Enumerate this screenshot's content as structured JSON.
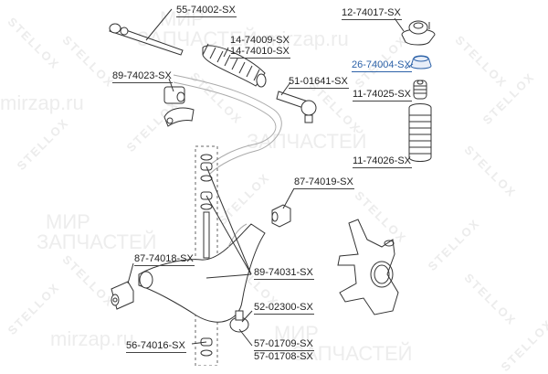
{
  "diagram": {
    "title": "",
    "brand_watermark": "STELLOX",
    "site_watermarks": [
      "МИР",
      "ЗАПЧАСТЕЙ",
      "mirzap.ru"
    ],
    "highlight_color": "#2d62a8",
    "line_color": "#444444",
    "parts": [
      {
        "id": "tie-rod",
        "label": "55-74002-SX",
        "name": "Inner tie rod / axial joint"
      },
      {
        "id": "steering-boot",
        "label": "14-74009-SX",
        "label2": "14-74010-SX",
        "name": "Steering rack boot"
      },
      {
        "id": "strut-mount",
        "label": "12-74017-SX",
        "name": "Strut top mount"
      },
      {
        "id": "strut-bearing",
        "label": "26-74004-SX",
        "name": "Strut mount bearing",
        "highlighted": true
      },
      {
        "id": "stab-bushing",
        "label": "89-74023-SX",
        "name": "Stabilizer bar bushing"
      },
      {
        "id": "tie-rod-end",
        "label": "51-01641-SX",
        "name": "Tie rod end"
      },
      {
        "id": "bump-stop",
        "label": "11-74025-SX",
        "name": "Bump stop"
      },
      {
        "id": "dust-boot",
        "label": "11-74026-SX",
        "name": "Shock absorber dust boot"
      },
      {
        "id": "arm-rear-bushing",
        "label": "87-74019-SX",
        "name": "Control arm rear bushing"
      },
      {
        "id": "arm-front-bushing",
        "label": "87-74018-SX",
        "name": "Control arm front bushing"
      },
      {
        "id": "link-bushings",
        "label": "89-74031-SX",
        "name": "Stabilizer link bushings"
      },
      {
        "id": "ball-joint",
        "label": "52-02300-SX",
        "name": "Ball joint"
      },
      {
        "id": "stab-link",
        "label": "56-74016-SX",
        "name": "Stabilizer link"
      },
      {
        "id": "control-arm",
        "label": "57-01709-SX",
        "label2": "57-01708-SX",
        "name": "Lower control arm (R/L)"
      }
    ]
  }
}
